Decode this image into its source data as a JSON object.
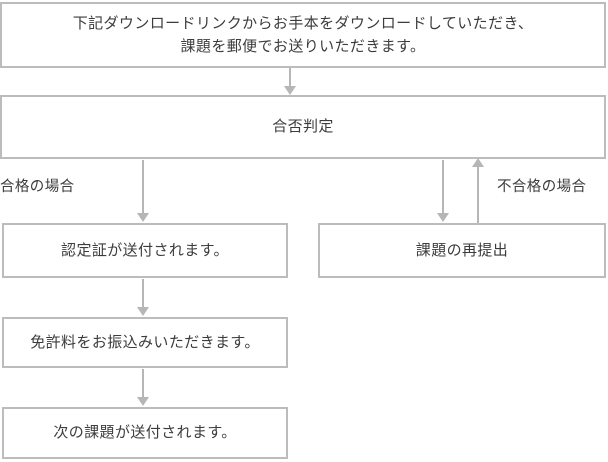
{
  "diagram": {
    "title": "",
    "colors": {
      "border": "#bcbcbc",
      "connector": "#b6b6b6",
      "text": "#3c3c3c",
      "background": "#ffffff"
    },
    "nodes": {
      "intro": {
        "line1": "下記ダウンロードリンクからお手本をダウンロードしていただき、",
        "line2": "課題を郵便でお送りいただきます。"
      },
      "judgement": {
        "label": "合否判定"
      },
      "certificate": {
        "label": "認定証が送付されます。"
      },
      "resubmit": {
        "label": "課題の再提出"
      },
      "fee": {
        "label": "免許料をお振込みいただきます。"
      },
      "nexttask": {
        "label": "次の課題が送付されます。"
      }
    },
    "branch_labels": {
      "pass": "合格の場合",
      "fail": "不合格の場合"
    },
    "edges": [
      {
        "from": "intro",
        "to": "judgement",
        "direction": "down",
        "label": ""
      },
      {
        "from": "judgement",
        "to": "certificate",
        "direction": "down",
        "label": "合格の場合"
      },
      {
        "from": "judgement",
        "to": "resubmit",
        "direction": "down",
        "label": "不合格の場合"
      },
      {
        "from": "certificate",
        "to": "fee",
        "direction": "down",
        "label": ""
      },
      {
        "from": "fee",
        "to": "nexttask",
        "direction": "down",
        "label": ""
      },
      {
        "from": "resubmit",
        "to": "judgement",
        "direction": "up",
        "label": "不合格の場合"
      }
    ]
  }
}
